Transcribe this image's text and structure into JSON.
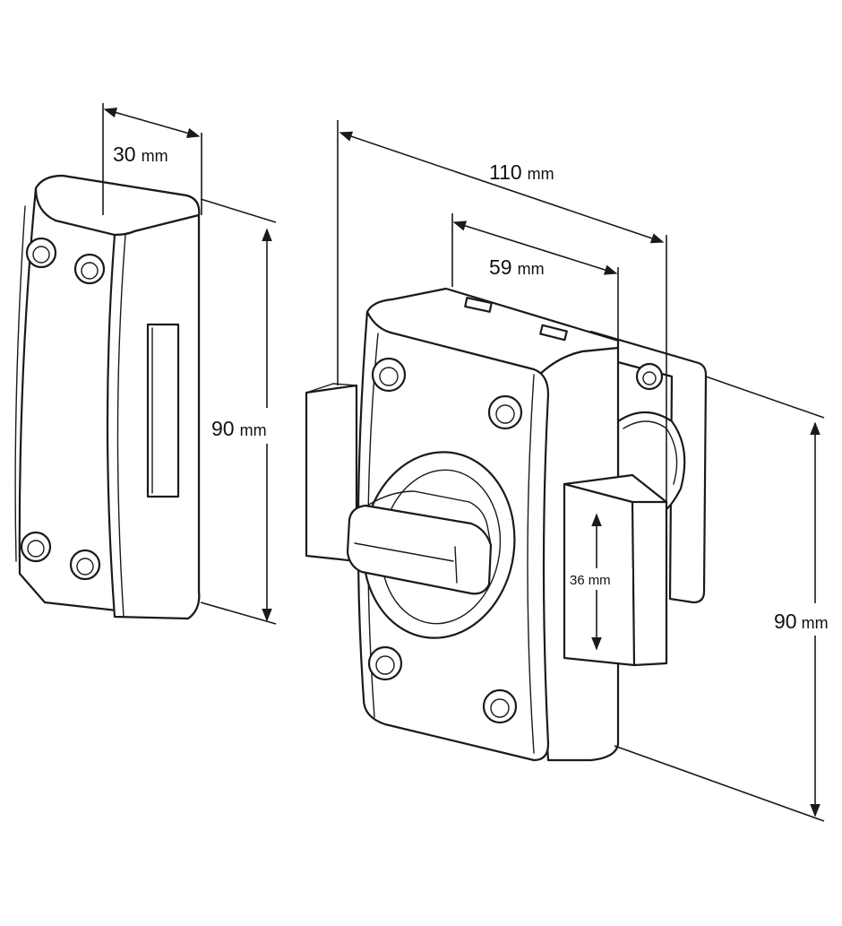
{
  "dimensions": {
    "keeper_width": {
      "value": "30",
      "unit": "mm"
    },
    "keeper_height": {
      "value": "90",
      "unit": "mm"
    },
    "lock_total_width": {
      "value": "110",
      "unit": "mm"
    },
    "lock_body_width": {
      "value": "59",
      "unit": "mm"
    },
    "bolt_height": {
      "value": "36",
      "unit": "mm"
    },
    "lock_height": {
      "value": "90",
      "unit": "mm"
    }
  }
}
